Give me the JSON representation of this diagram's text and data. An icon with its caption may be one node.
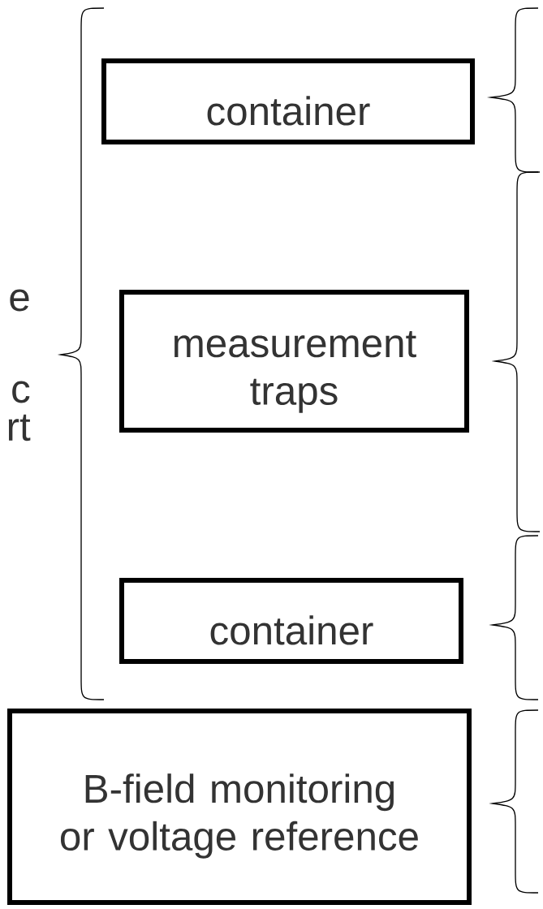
{
  "diagram": {
    "nodes": [
      {
        "text": [
          "container"
        ]
      },
      {
        "text": [
          "measurement traps"
        ]
      },
      {
        "text": [
          "container"
        ]
      },
      {
        "text": [
          "B-field monitoring or voltage reference"
        ]
      }
    ],
    "labels": [
      "e",
      "c",
      "rt"
    ]
  }
}
